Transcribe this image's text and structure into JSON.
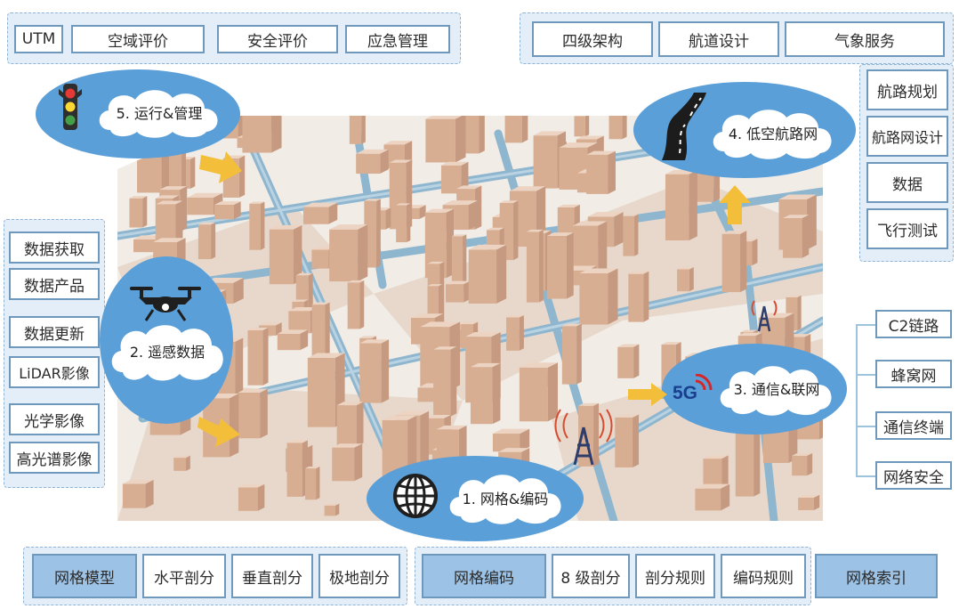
{
  "top_left_panel": {
    "items": [
      "UTM",
      "空域评价",
      "安全评价",
      "应急管理"
    ]
  },
  "top_right_panel": {
    "items": [
      "四级架构",
      "航道设计",
      "气象服务"
    ]
  },
  "right_stack": {
    "items": [
      "航路规划",
      "航路网设计",
      "数据",
      "飞行测试"
    ]
  },
  "left_panel": {
    "items": [
      "数据获取",
      "数据产品",
      "数据更新",
      "LiDAR影像",
      "光学影像",
      "高光谱影像"
    ]
  },
  "comm_tree": {
    "items": [
      "C2链路",
      "蜂窝网",
      "通信终端",
      "网络安全"
    ]
  },
  "bottom_left_panel": {
    "items": [
      "网格模型",
      "水平剖分",
      "垂直剖分",
      "极地剖分"
    ]
  },
  "bottom_right_panel": {
    "items": [
      "网格编码",
      "8 级剖分",
      "剖分规则",
      "编码规则",
      "网格索引"
    ]
  },
  "nodes": {
    "grid": "1. 网格&编码",
    "remote": "2. 遥感数据",
    "comm": "3. 通信&联网",
    "route": "4. 低空航路网",
    "ops": "5. 运行&管理",
    "fiveg": "5G"
  },
  "colors": {
    "ellipse": "#5a9fd8",
    "highlight_box": "#9cc2e5",
    "box_border": "#6f98bd",
    "arrow": "#f3bf3a",
    "building": "#dcb49a",
    "road": "#8fb6cf"
  }
}
